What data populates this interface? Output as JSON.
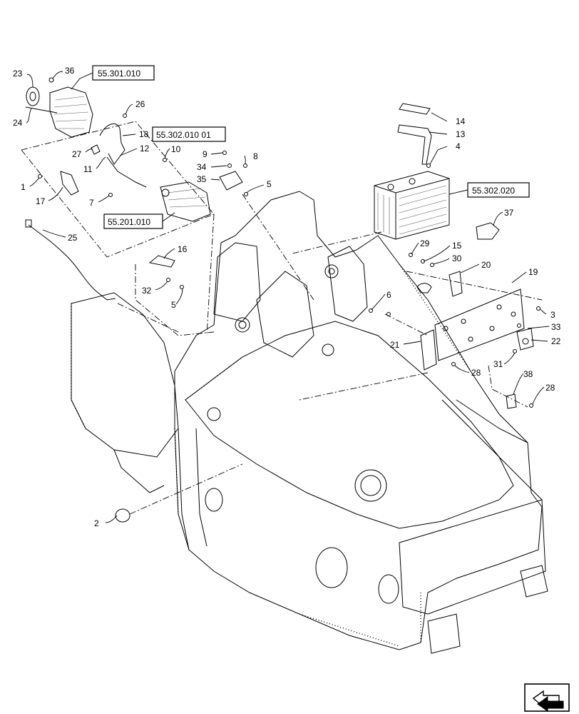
{
  "diagram": {
    "callouts": [
      {
        "id": "c23",
        "label": "23"
      },
      {
        "id": "c36",
        "label": "36"
      },
      {
        "id": "c24",
        "label": "24"
      },
      {
        "id": "c26",
        "label": "26"
      },
      {
        "id": "c18",
        "label": "18"
      },
      {
        "id": "c12",
        "label": "12"
      },
      {
        "id": "c27",
        "label": "27"
      },
      {
        "id": "c11",
        "label": "11"
      },
      {
        "id": "c10",
        "label": "10"
      },
      {
        "id": "c9",
        "label": "9"
      },
      {
        "id": "c34",
        "label": "34"
      },
      {
        "id": "c35",
        "label": "35"
      },
      {
        "id": "c8",
        "label": "8"
      },
      {
        "id": "c5a",
        "label": "5"
      },
      {
        "id": "c1",
        "label": "1"
      },
      {
        "id": "c17",
        "label": "17"
      },
      {
        "id": "c7",
        "label": "7"
      },
      {
        "id": "c14",
        "label": "14"
      },
      {
        "id": "c13",
        "label": "13"
      },
      {
        "id": "c4",
        "label": "4"
      },
      {
        "id": "c37",
        "label": "37"
      },
      {
        "id": "c25",
        "label": "25"
      },
      {
        "id": "c16",
        "label": "16"
      },
      {
        "id": "c32",
        "label": "32"
      },
      {
        "id": "c5b",
        "label": "5"
      },
      {
        "id": "c29",
        "label": "29"
      },
      {
        "id": "c15",
        "label": "15"
      },
      {
        "id": "c30",
        "label": "30"
      },
      {
        "id": "c20",
        "label": "20"
      },
      {
        "id": "c19",
        "label": "19"
      },
      {
        "id": "c6",
        "label": "6"
      },
      {
        "id": "c3",
        "label": "3"
      },
      {
        "id": "c33",
        "label": "33"
      },
      {
        "id": "c21",
        "label": "21"
      },
      {
        "id": "c22",
        "label": "22"
      },
      {
        "id": "c31",
        "label": "31"
      },
      {
        "id": "c28a",
        "label": "28"
      },
      {
        "id": "c38",
        "label": "38"
      },
      {
        "id": "c28b",
        "label": "28"
      },
      {
        "id": "c2",
        "label": "2"
      }
    ],
    "references": [
      {
        "id": "r1",
        "label": "55.301.010"
      },
      {
        "id": "r2",
        "label": "55.302.010 01"
      },
      {
        "id": "r3",
        "label": "55.302.020"
      },
      {
        "id": "r4",
        "label": "55.201.010"
      }
    ],
    "nav_icon": "previous-page-arrow-icon"
  }
}
